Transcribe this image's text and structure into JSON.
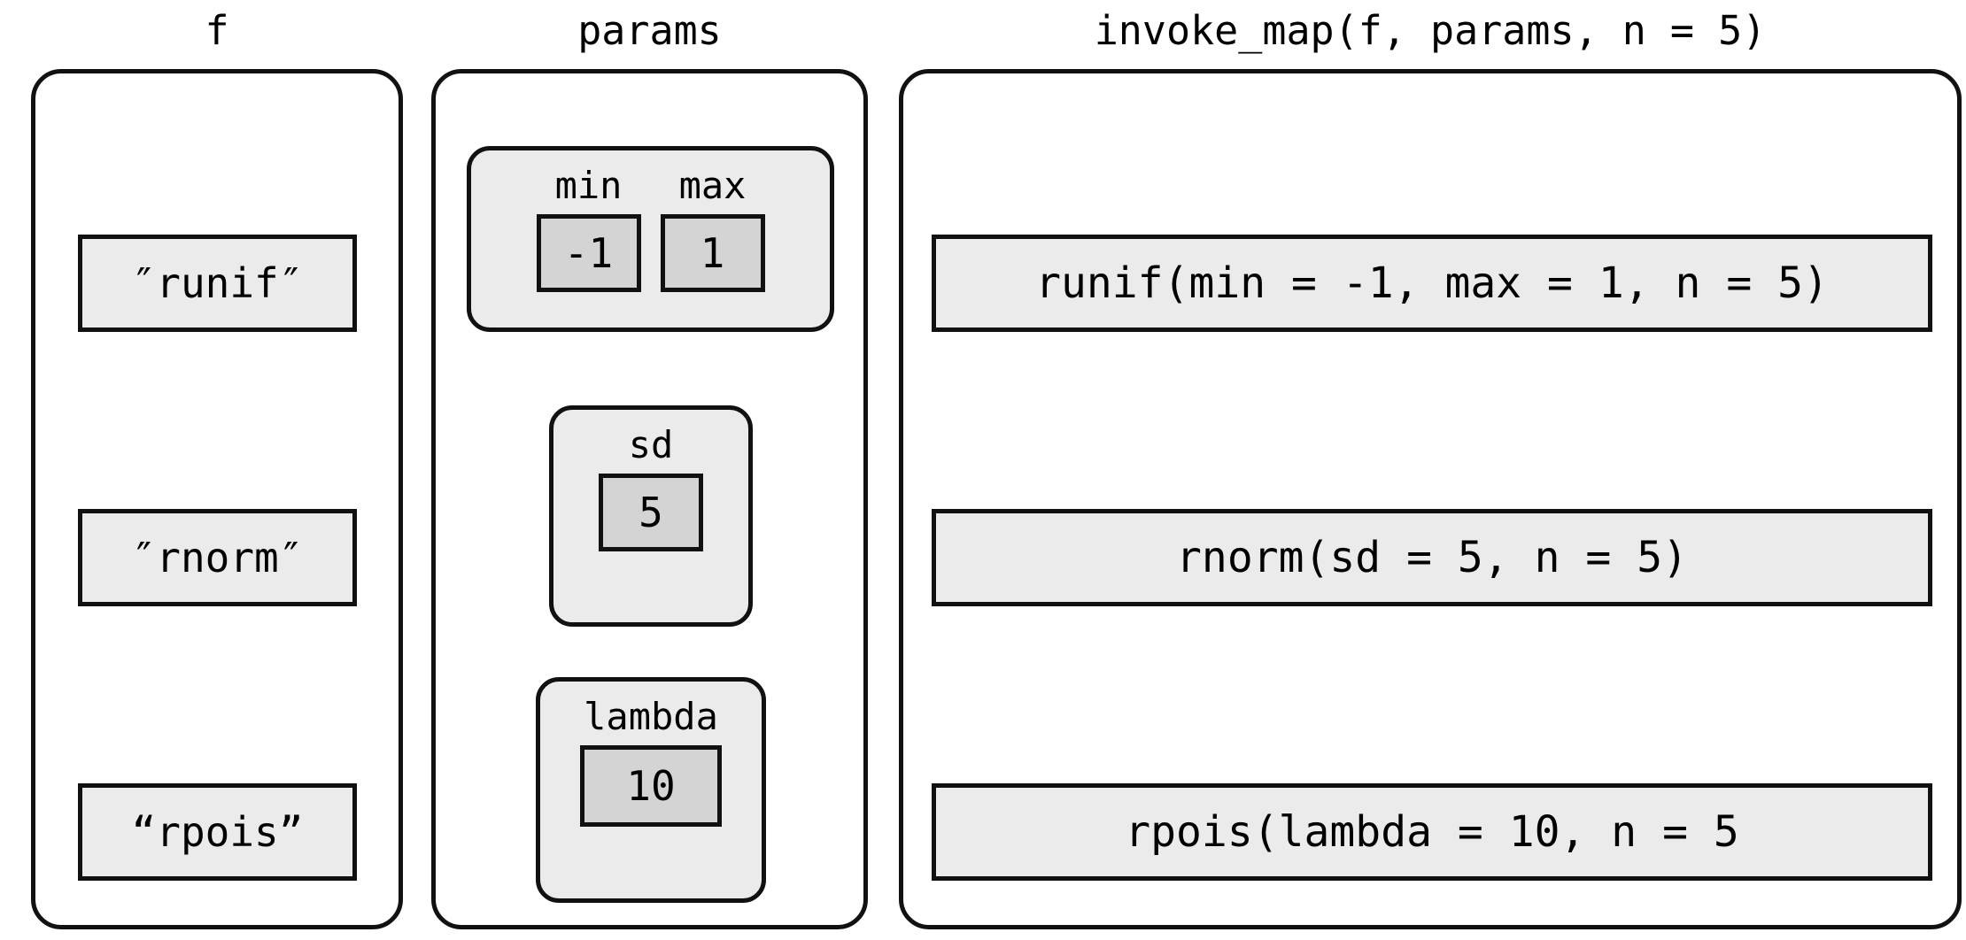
{
  "diagram": {
    "columns": [
      {
        "header": "f"
      },
      {
        "header": "params"
      },
      {
        "header": "invoke_map(f, params, n = 5)"
      }
    ],
    "colors": {
      "background": "#ffffff",
      "stroke": "#111111",
      "chip_fill": "#ebebeb",
      "value_fill": "#d4d4d4"
    },
    "rows": [
      {
        "f": "″runif″",
        "params": {
          "fields": [
            {
              "label": "min",
              "value": "-1"
            },
            {
              "label": "max",
              "value": "1"
            }
          ]
        },
        "result": "runif(min = -1, max = 1, n = 5)"
      },
      {
        "f": "″rnorm″",
        "params": {
          "fields": [
            {
              "label": "sd",
              "value": "5"
            }
          ]
        },
        "result": "rnorm(sd = 5, n = 5)"
      },
      {
        "f": "“rpois”",
        "params": {
          "fields": [
            {
              "label": "lambda",
              "value": "10"
            }
          ]
        },
        "result": "rpois(lambda = 10, n = 5"
      }
    ]
  }
}
